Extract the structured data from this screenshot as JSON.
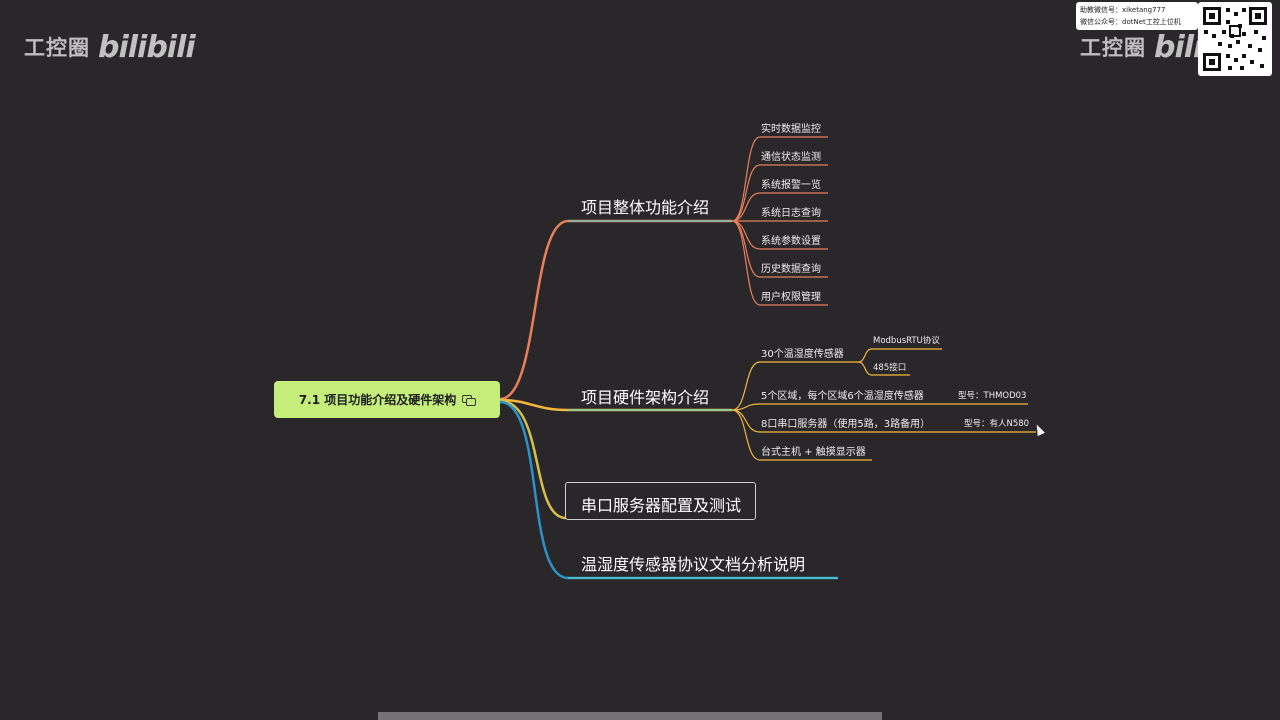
{
  "watermark": {
    "left_text": "工控圈",
    "logo_text": "bilibili",
    "right_text": "工控圈",
    "right_logo": "bili"
  },
  "info_card": {
    "line1": "助教微信号：xiketang777",
    "line2": "微信公众号：dotNet工控上位机"
  },
  "mindmap": {
    "root": "7.1 项目功能介绍及硬件架构",
    "branches": [
      {
        "label": "项目整体功能介绍",
        "items": [
          "实时数据监控",
          "通信状态监测",
          "系统报警一览",
          "系统日志查询",
          "系统参数设置",
          "历史数据查询",
          "用户权限管理"
        ]
      },
      {
        "label": "项目硬件架构介绍",
        "items": [
          {
            "label": "30个温湿度传感器",
            "children": [
              "ModbusRTU协议",
              "485接口"
            ]
          },
          {
            "label": "5个区域，每个区域6个温湿度传感器",
            "children": [
              "型号：THMOD03"
            ]
          },
          {
            "label": "8口串口服务器（使用5路，3路备用）",
            "children": [
              "型号：有人N580"
            ]
          },
          {
            "label": "台式主机 + 触摸显示器",
            "children": []
          }
        ]
      },
      {
        "label": "串口服务器配置及测试"
      },
      {
        "label": "温湿度传感器协议文档分析说明"
      }
    ]
  },
  "colors": {
    "background": "#2a272a",
    "root_fill": "#c4ed7a",
    "branch1": "#e8805a",
    "branch2": "#f5b83b",
    "branch3": "#d4c04a",
    "branch4": "#2a93c9",
    "underline1": "#5fd0c8"
  }
}
